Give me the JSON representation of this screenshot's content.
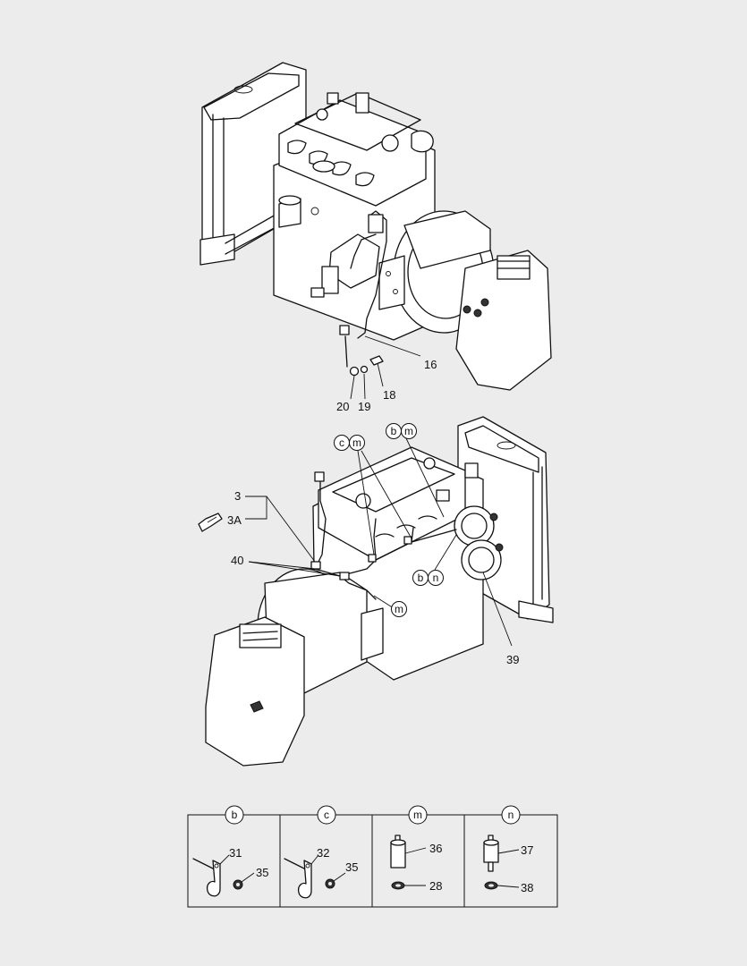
{
  "callouts": {
    "c16": "16",
    "c18": "18",
    "c19": "19",
    "c20": "20",
    "c3": "3",
    "c3a": "3A",
    "c40": "40",
    "c39": "39"
  },
  "bubbles": {
    "top_c": "c",
    "top_m1": "m",
    "top_b": "b",
    "top_m2": "m",
    "mid_b": "b",
    "mid_n": "n",
    "mid_m": "m"
  },
  "detail_table": {
    "cells": [
      {
        "letter": "b",
        "parts": [
          "31",
          "35"
        ]
      },
      {
        "letter": "c",
        "parts": [
          "32",
          "35"
        ]
      },
      {
        "letter": "m",
        "parts": [
          "36",
          "28"
        ]
      },
      {
        "letter": "n",
        "parts": [
          "37",
          "38"
        ]
      }
    ]
  },
  "colors": {
    "background": "#ececec",
    "line": "#111111"
  }
}
